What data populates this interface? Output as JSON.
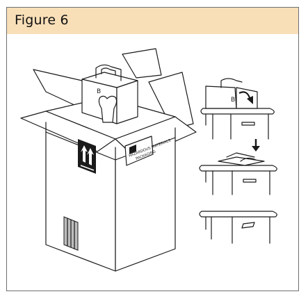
{
  "figure": {
    "title": "Figure 6",
    "header_color": "#f8dfb8",
    "flap_letter": "B",
    "label_line1": "HAZARDOUS MATERIALS",
    "label_line2": "PACKAGING"
  }
}
